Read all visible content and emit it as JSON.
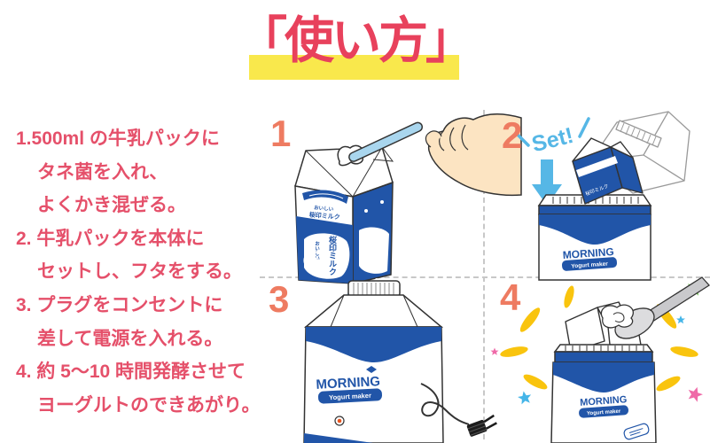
{
  "title": "「使い方」",
  "instructions": [
    {
      "text": "1.500ml の牛乳パックに"
    },
    {
      "text": "タネ菌を入れ、"
    },
    {
      "text": "よくかき混ぜる。"
    },
    {
      "text": "2. 牛乳パックを本体に"
    },
    {
      "text": "セットし、フタをする。"
    },
    {
      "text": "3. プラグをコンセントに"
    },
    {
      "text": "差して電源を入れる。"
    },
    {
      "text": "4. 約 5〜10 時間発酵させて"
    },
    {
      "text": "ヨーグルトのできあがり。"
    }
  ],
  "panels": {
    "step1": {
      "number": "1"
    },
    "step2": {
      "number": "2",
      "callout": "Set!"
    },
    "step3": {
      "number": "3"
    },
    "step4": {
      "number": "4"
    }
  },
  "milk_carton": {
    "tagline": "おいしい",
    "brand": "桜印ミルク"
  },
  "yogurt_maker": {
    "brand": "MORNING",
    "product": "Yogurt maker"
  },
  "colors": {
    "title_red": "#e8415c",
    "highlight_yellow": "#f9e84c",
    "instruction_red": "#e5506a",
    "step_number_coral": "#ee7b61",
    "carton_blue": "#2155a8",
    "callout_blue": "#56b7e6",
    "ray_yellow": "#f9c40e",
    "star_green": "#6abf4b",
    "star_blue": "#45b5e8",
    "star_pink": "#ef6aa8",
    "skin": "#fce4c2",
    "power_light_orange": "#e8541e"
  }
}
